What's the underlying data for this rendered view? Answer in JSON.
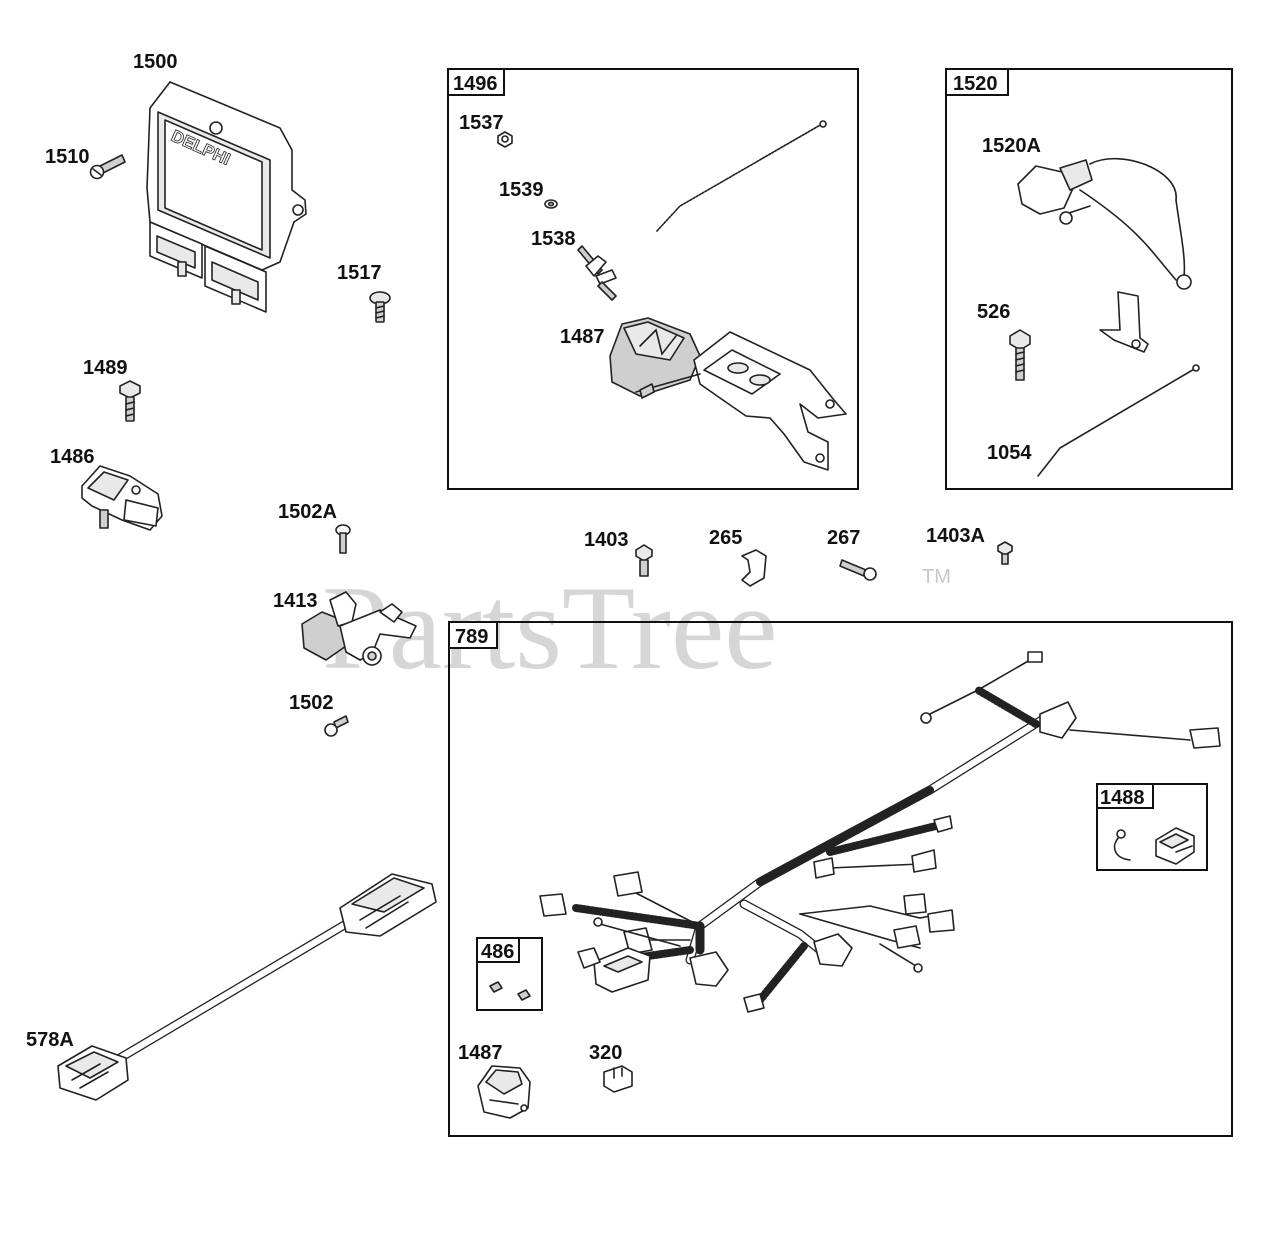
{
  "watermark": {
    "text": "PartsTree",
    "tm": "TM"
  },
  "ecm_brand": "DELPHI",
  "callouts": {
    "c1500": "1500",
    "c1510": "1510",
    "c1517": "1517",
    "c1489": "1489",
    "c1486": "1486",
    "c1502A": "1502A",
    "c1413": "1413",
    "c1502": "1502",
    "c578A": "578A",
    "c1403": "1403",
    "c265": "265",
    "c267": "267",
    "c1403A": "1403A",
    "c1537": "1537",
    "c1539": "1539",
    "c1538": "1538",
    "c1487_top": "1487",
    "c1520A": "1520A",
    "c526": "526",
    "c1054": "1054",
    "c1487_bottom": "1487",
    "c320": "320"
  },
  "kits": {
    "k1496": "1496",
    "k1520": "1520",
    "k789": "789",
    "k1488": "1488",
    "k486": "486"
  }
}
